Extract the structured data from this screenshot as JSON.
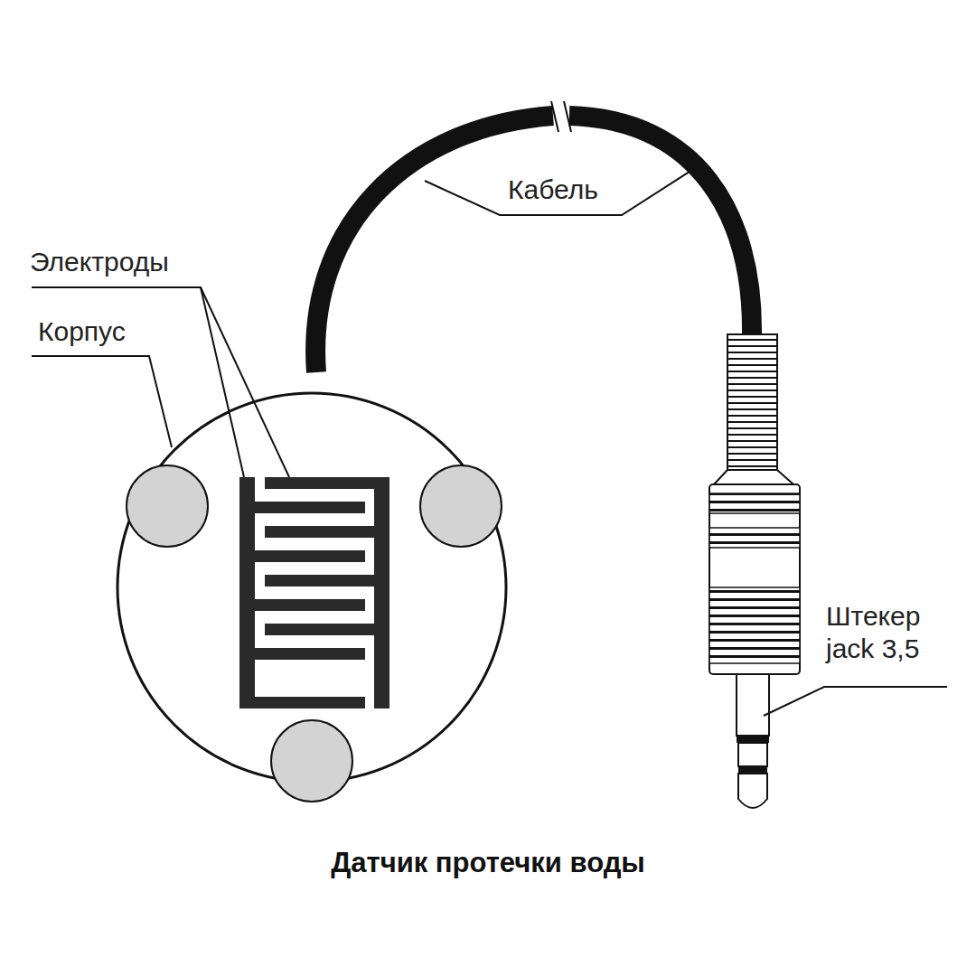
{
  "diagram": {
    "caption": "Датчик протечки воды",
    "labels": [
      "Кабель",
      "Электроды",
      "Корпус",
      "Штекер jack 3,5"
    ]
  }
}
